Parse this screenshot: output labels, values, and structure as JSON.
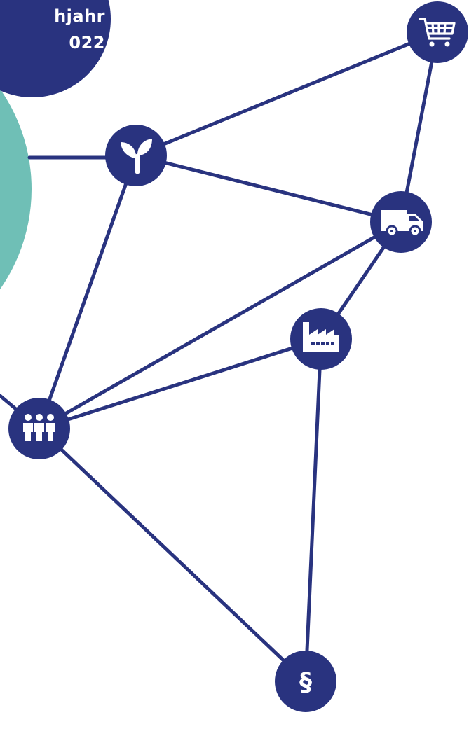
{
  "badge": {
    "line1": "hjahr",
    "line2": "022"
  },
  "colors": {
    "navy": "#29337f",
    "teal": "#6fbfb6",
    "white": "#ffffff"
  },
  "nodes": [
    {
      "id": "cart",
      "icon": "shopping-cart-icon"
    },
    {
      "id": "plant",
      "icon": "sprout-icon"
    },
    {
      "id": "van",
      "icon": "delivery-van-icon"
    },
    {
      "id": "factory",
      "icon": "factory-icon"
    },
    {
      "id": "people",
      "icon": "people-group-icon"
    },
    {
      "id": "law",
      "icon": "paragraph-icon",
      "label": "§"
    }
  ]
}
